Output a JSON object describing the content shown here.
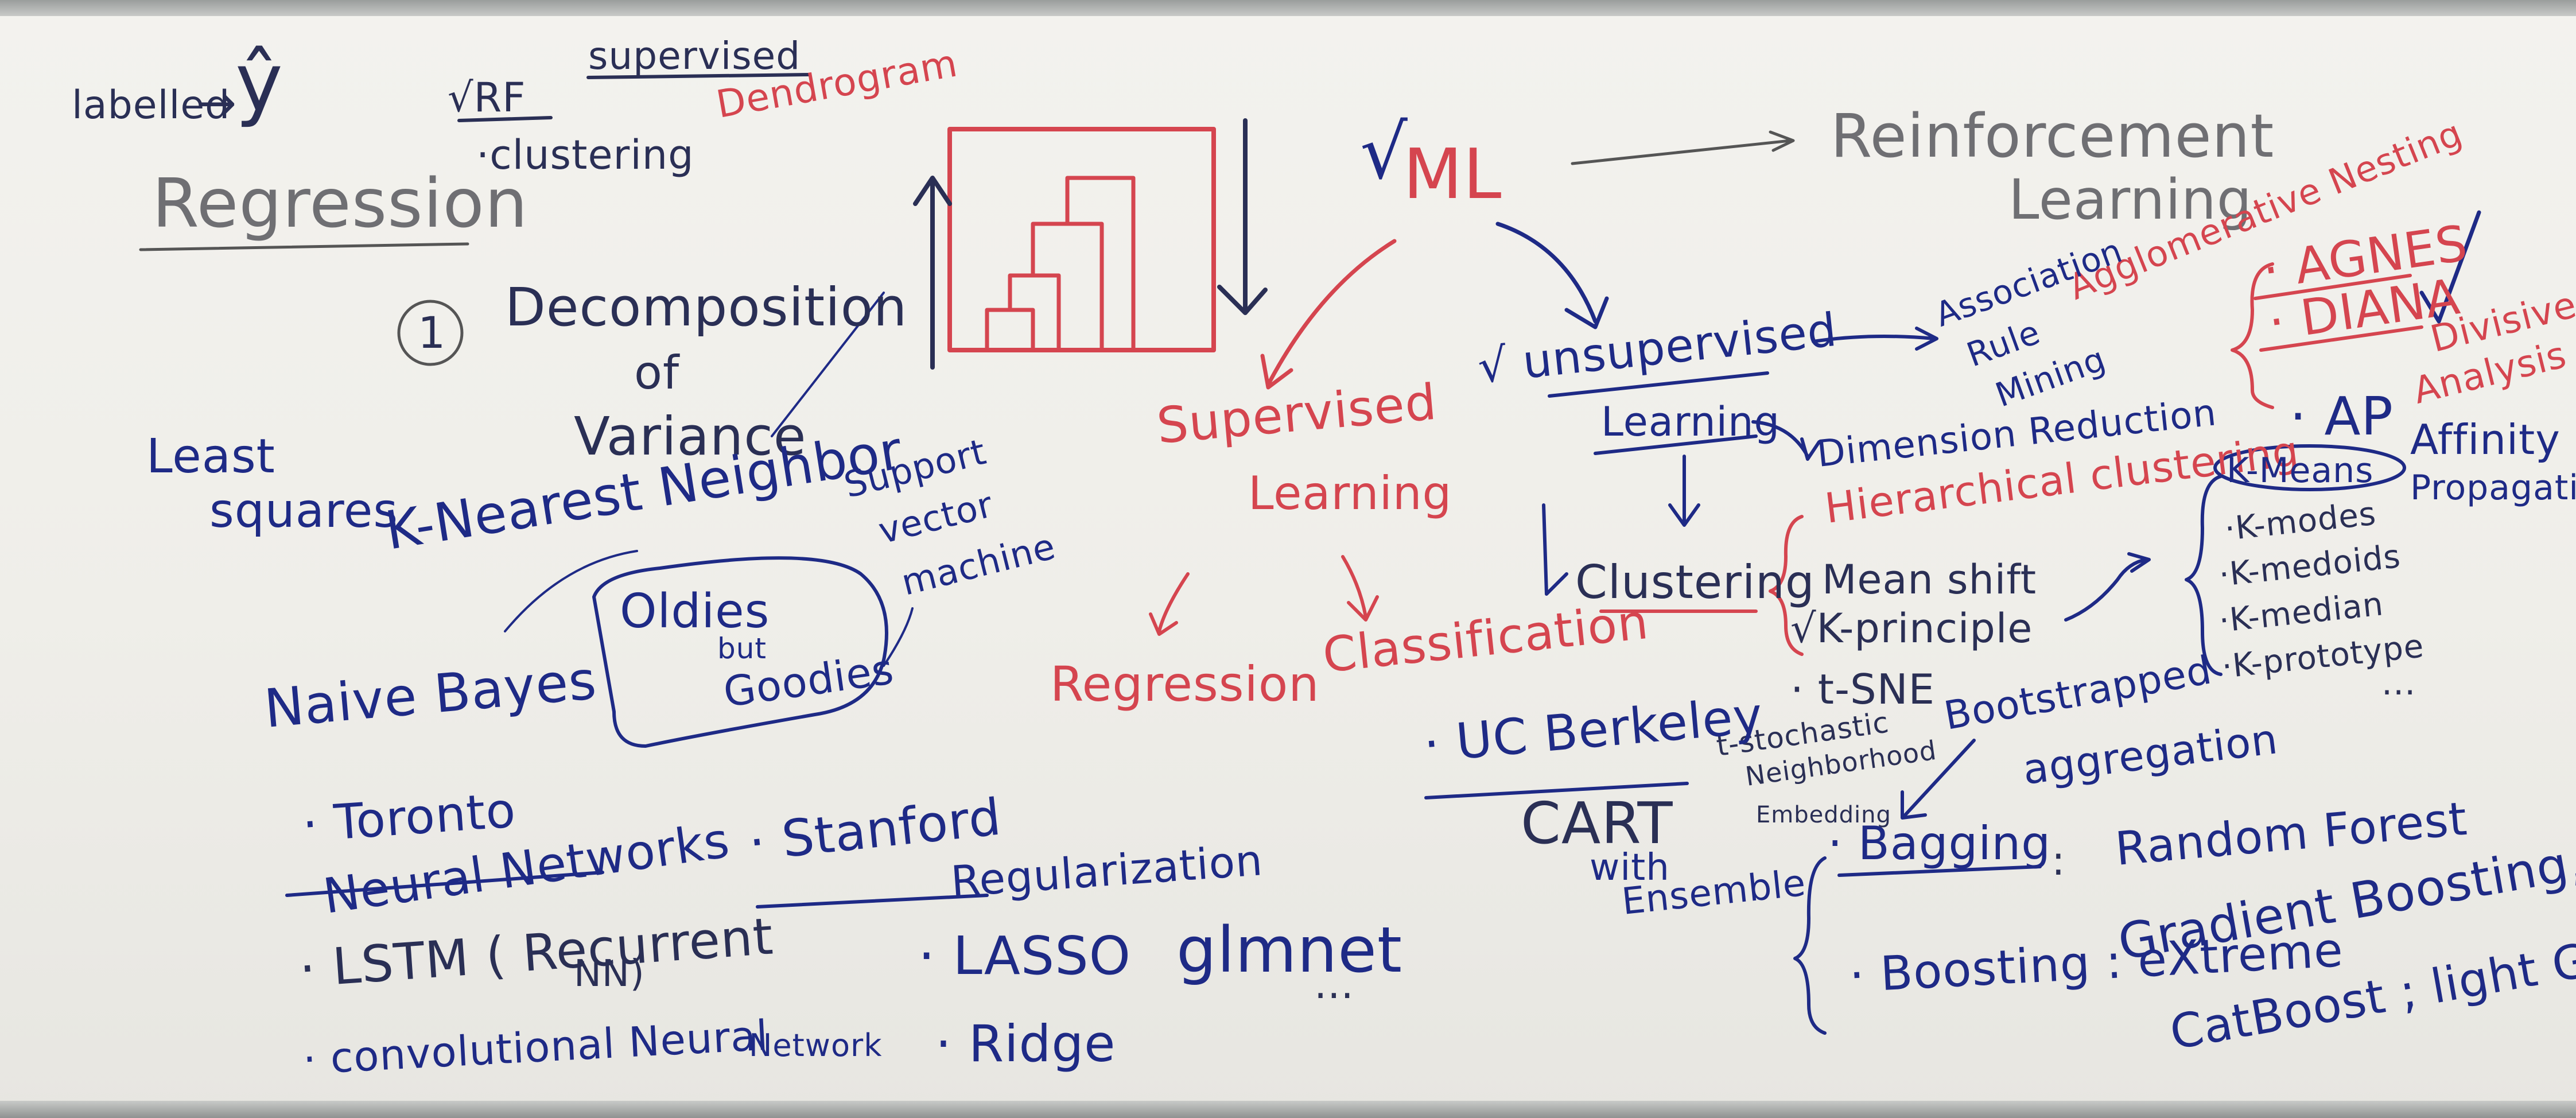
{
  "colors": {
    "board": "#f1f0eb",
    "marker_blue": "#1e2a86",
    "marker_red": "#d5454f",
    "marker_gray": "#6f6f73"
  },
  "board": {
    "top_left": {
      "labelled": "labelled",
      "arrow_glyph": "→",
      "y_hat": "ŷ",
      "rf": "√RF",
      "clustering": "·clustering",
      "supervised": "supervised",
      "regression": "Regression",
      "dendrogram": "Dendrogram"
    },
    "decomposition": {
      "number": "1",
      "line1": "Decomposition",
      "line2": "of",
      "line3": "Variance"
    },
    "methods": {
      "least": "Least",
      "squares": "squares",
      "knn": "K-Nearest Neighbor",
      "svm1": "Support",
      "svm2": "vector",
      "svm3": "machine",
      "oldies1": "Oldies",
      "oldies2": "but",
      "oldies3": "Goodies",
      "naive_bayes": "Naive Bayes"
    },
    "center": {
      "check_ml": "√",
      "ml": "ML",
      "supervised1": "Supervised",
      "supervised2": "Learning",
      "regression": "Regression",
      "classification": "Classification"
    },
    "right_top": {
      "reinforcement1": "Reinforcement",
      "reinforcement2": "Learning",
      "agglomerative": "Agglomerative Nesting",
      "association1": "Association",
      "association2": "Rule",
      "association3": "Mining",
      "unsupervised1": "√ unsupervised",
      "unsupervised2": "Learning",
      "agnes": "· AGNES",
      "diana": "· DIANA",
      "divisive1": "Divisive",
      "divisive2": "Analysis",
      "ap": "· AP",
      "affinity1": "Affinity",
      "affinity2": "Propagation"
    },
    "clustering": {
      "dimension_reduction": "Dimension Reduction",
      "hierarchical": "Hierarchical clustering",
      "clustering": "Clustering",
      "hierarchical_clustering": "Hierarchical clustering",
      "mean_shift": "Mean shift",
      "k_principle": "√K-principle",
      "kmeans": "K-Means",
      "kmodes": "·K-modes",
      "kmedoids": "·K-medoids",
      "kmedian": "·K-median",
      "kprototype": "·K-prototype",
      "ellipsis": "..."
    },
    "ensemble": {
      "tsne": "· t-SNE",
      "tsne_full1": "t-stochastic",
      "tsne_full2": "Neighborhood",
      "tsne_full3": "Embedding",
      "bootstrapped": "Bootstrapped",
      "aggregation": "aggregation",
      "uc_berkeley": "· UC Berkeley",
      "cart": "CART",
      "with": "with",
      "ensemble": "Ensemble",
      "bagging": "· Bagging",
      "colon": ":",
      "random_forest": "Random Forest",
      "boosting": "· Boosting : eXtreme",
      "gradient_boosting": "Gradient Boosting,",
      "catboost": "CatBoost ; light GBM"
    },
    "bottom_left": {
      "toronto": "· Toronto",
      "neural_networks": "Neural Networks",
      "lstm": "· LSTM ( Recurrent",
      "nn": "NN)",
      "cnn": "· convolutional Neural",
      "network": "Network",
      "stanford": "· Stanford",
      "regularization": "Regularization",
      "lasso": "· LASSO",
      "ridge": "· Ridge",
      "glmnet": "glmnet",
      "ellipsis": "..."
    }
  }
}
